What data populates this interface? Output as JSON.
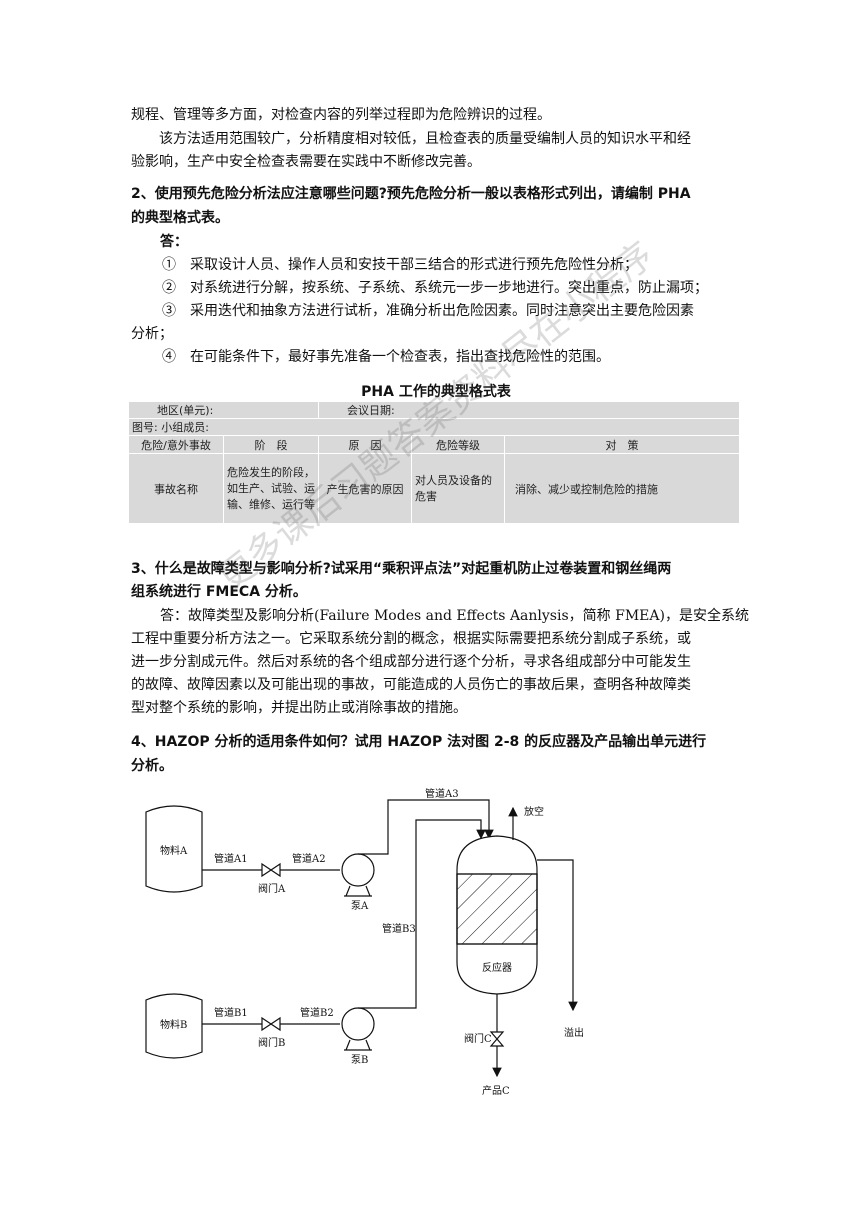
{
  "paragraphs": {
    "p1": "规程、管理等多方面，对检查内容的列举过程即为危险辨识的过程。",
    "p2a": "该方法适用范围较广，分析精度相对较低，且检查表的质量受编制人员的知识水平和经",
    "p2b": "验影响，生产中安全检查表需要在实践中不断修改完善。"
  },
  "q2": {
    "title_a": "2、使用预先危险分析法应注意哪些问题?预先危险分析一般以表格形式列出，请编制 PHA",
    "title_b": "的典型格式表。",
    "answer_label": "答：",
    "items": [
      "①　采取设计人员、操作人员和安技干部三结合的形式进行预先危险性分析；",
      "②　对系统进行分解，按系统、子系统、系统元一步一步地进行。突出重点，防止漏项；",
      "③　采用迭代和抽象方法进行试析，准确分析出危险因素。同时注意突出主要危险因素",
      "分析；",
      "④　在可能条件下，最好事先准备一个检查表，指出查找危险性的范围。"
    ]
  },
  "pha_table": {
    "title": "PHA 工作的典型格式表",
    "row1_a": "地区(单元):",
    "row1_b": "会议日期:",
    "row2": "图号: 小组成员:",
    "headers": [
      "危险/意外事故",
      "阶　段",
      "原　因",
      "危险等级",
      "对　策"
    ],
    "cells": [
      "事故名称",
      "危险发生的阶段，如生产、试验、运输、维修、运行等",
      "产生危害的原因",
      "对人员及设备的危害",
      "消除、减少或控制危险的措施"
    ]
  },
  "q3": {
    "title_a": "3、什么是故障类型与影响分析?试采用“乘积评点法”对起重机防止过卷装置和钢丝绳两",
    "title_b": "组系统进行 FMECA 分析。",
    "lines": [
      "答：故障类型及影响分析(Failure Modes and Effects Aanlysis，简称 FMEA)，是安全系统",
      "工程中重要分析方法之一。它采取系统分割的概念，根据实际需要把系统分割成子系统，或",
      "进一步分割成元件。然后对系统的各个组成部分进行逐个分析，寻求各组成部分中可能发生",
      "的故障、故障因素以及可能出现的事故，可能造成的人员伤亡的事故后果，查明各种故障类",
      "型对整个系统的影响，并提出防止或消除事故的措施。"
    ]
  },
  "q4": {
    "title_a": "4、HAZOP 分析的适用条件如何？试用 HAZOP 法对图 2-8 的反应器及产品输出单元进行",
    "title_b": "分析。"
  },
  "diagram": {
    "tank_a": "物料A",
    "tank_b": "物料B",
    "pipe_a1": "管道A1",
    "pipe_a2": "管道A2",
    "pipe_a3": "管道A3",
    "pipe_b1": "管道B1",
    "pipe_b2": "管道B2",
    "pipe_b3": "管道B3",
    "valve_a": "阀门A",
    "valve_b": "阀门B",
    "valve_c": "阀门C",
    "pump_a": "泵A",
    "pump_b": "泵B",
    "reactor": "反应器",
    "vent": "放空",
    "overflow": "溢出",
    "product_c": "产品C"
  },
  "watermark": "更多课后习题答案资料尽在小程序"
}
